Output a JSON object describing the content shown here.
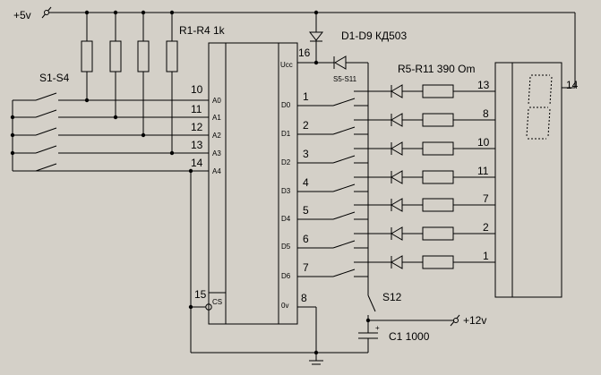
{
  "labels": {
    "vcc": "+5v",
    "resistors_top": "R1-R4 1k",
    "diodes": "D1-D9 КД503",
    "switches_left": "S1-S4",
    "resistors_right": "R5-R11 390 Om",
    "switches_diode": "S5-S11",
    "switch_s12": "S12",
    "capacitor": "C1 1000",
    "plus12": "+12v",
    "cap_plus": "+"
  },
  "chip": {
    "ports_left": [
      "A0",
      "A1",
      "A2",
      "A3",
      "A4",
      "CS"
    ],
    "ports_right": [
      "Ucc",
      "D0",
      "D1",
      "D2",
      "D3",
      "D4",
      "D5",
      "D6",
      "0v"
    ],
    "pins_address": [
      "10",
      "11",
      "12",
      "13",
      "14"
    ],
    "pin_cs": "15",
    "pin_ucc": "16",
    "pins_data": [
      "1",
      "2",
      "3",
      "4",
      "5",
      "6",
      "7"
    ],
    "pin_gnd": "8"
  },
  "display": {
    "pins_segments": [
      "13",
      "8",
      "10",
      "11",
      "7",
      "2",
      "1"
    ],
    "pin_common": "14"
  },
  "colors": {
    "background": "#d4d0c8",
    "ink": "#000000"
  }
}
